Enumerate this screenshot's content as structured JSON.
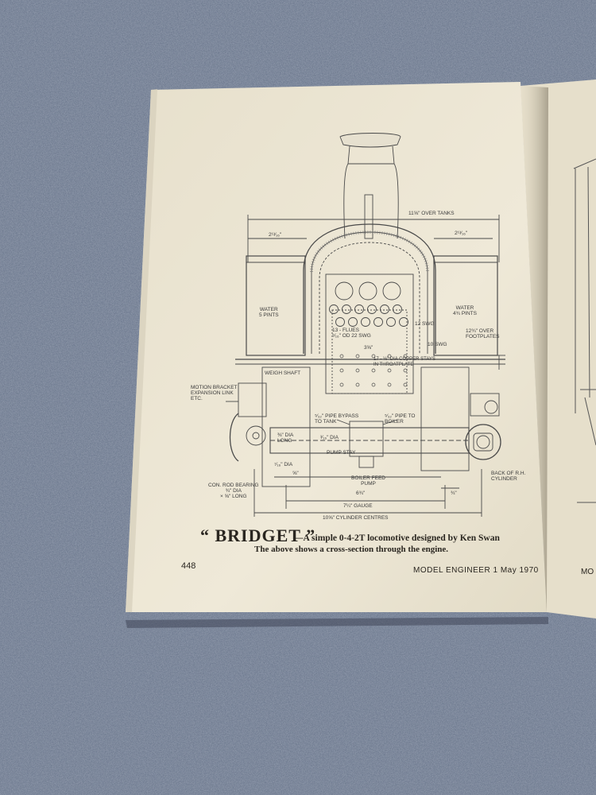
{
  "caption": {
    "title": "“ BRIDGET ”",
    "line1": "—A simple 0-4-2T locomotive designed by Ken Swan",
    "line2": "The above shows a cross-section through the engine."
  },
  "footer": {
    "page_number": "448",
    "journal": "MODEL ENGINEER  1 May 1970",
    "right_fragment": "MO"
  },
  "drawing_labels": {
    "over_tanks": "11⅝\" OVER TANKS",
    "left_tank_width": "2¹³⁄₁₆\"",
    "right_tank_width": "2¹³⁄₁₆\"",
    "water_left": "WATER\n5 PINTS",
    "water_right": "WATER\n4¾ PINTS",
    "over_footplates": "12¾\" OVER\nFOOTPLATES",
    "flues": "13 - FLUES\n⁵⁄₁₆\" OD 22 SWG",
    "copper_stays": "17 - ⅛\" DIA COPPER STAYS\nIN THROATPLATE",
    "dim_3_5_8": "3⅝\"",
    "swg_12": "12 SWG",
    "swg_10": "10 SWG",
    "weigh_shaft": "WEIGH SHAFT",
    "motion_bracket": "MOTION BRACKET\nEXPANSION LINK\nETC.",
    "bypass_pipe": "⁵⁄₃₂\" PIPE BYPASS\nTO TANK",
    "boiler_pipe": "⁵⁄₃₂\" PIPE TO\nBOILER",
    "dia_long": "⅜\" DIA\nLONG",
    "dia_3_16": "³⁄₁₆\" DIA",
    "dia_7_16": "⁷⁄₁₆\" DIA",
    "pump_stay": "PUMP STAY",
    "con_rod": "CON. ROD BEARING\n¾\" DIA\n× ⅝\" LONG",
    "boiler_feed_pump": "BOILER FEED\nPUMP",
    "dim_6_3_4": "6¾\"",
    "gauge": "7¼\" GAUGE",
    "cyl_centres": "10⅝\" CYLINDER CENTRES",
    "back_rh_cyl": "BACK OF R.H.\nCYLINDER",
    "dim_3_4": "¾\"",
    "dim_5_8": "⅝\""
  },
  "colors": {
    "carpet": "#5d6a80",
    "page": "#ece6d4",
    "ink": "#3a3a3a"
  }
}
